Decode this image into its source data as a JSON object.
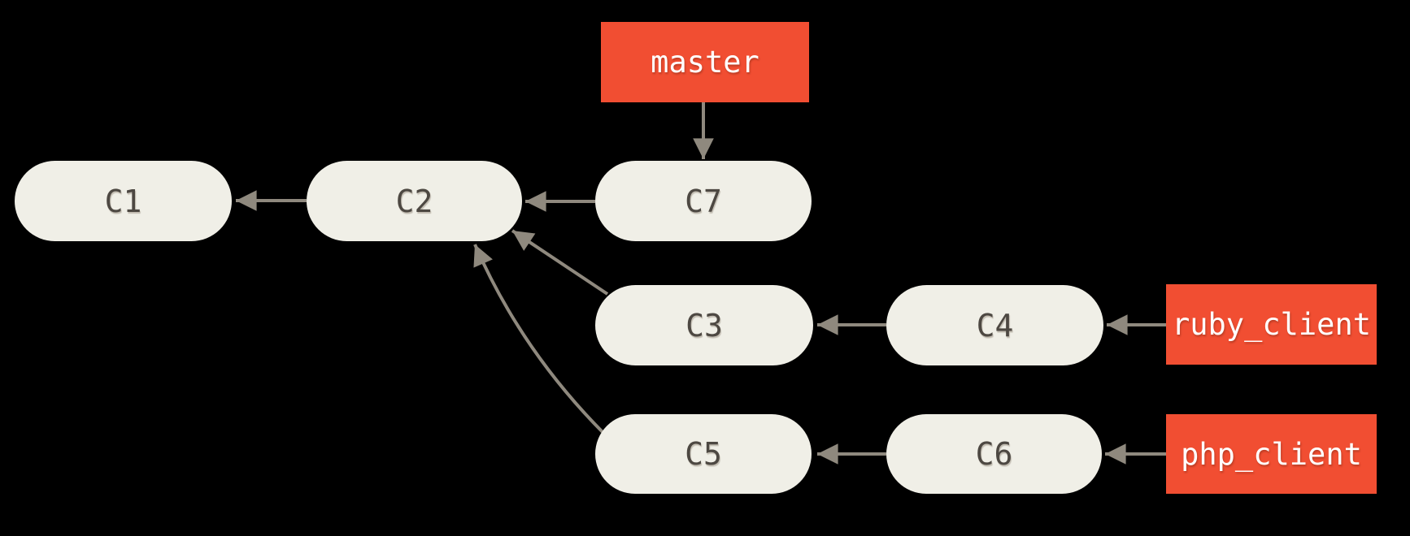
{
  "colors": {
    "background": "#000000",
    "commit_fill": "#f0efe7",
    "commit_text": "#4d4842",
    "branch_fill": "#f14e32",
    "branch_text": "#ffffff",
    "arrow": "#8f897e"
  },
  "diagram": {
    "type": "git-commit-graph",
    "commits": {
      "c1": {
        "label": "C1"
      },
      "c2": {
        "label": "C2"
      },
      "c7": {
        "label": "C7"
      },
      "c3": {
        "label": "C3"
      },
      "c4": {
        "label": "C4"
      },
      "c5": {
        "label": "C5"
      },
      "c6": {
        "label": "C6"
      }
    },
    "branches": {
      "master": {
        "label": "master",
        "points_to": "C7"
      },
      "ruby_client": {
        "label": "ruby_client",
        "points_to": "C4"
      },
      "php_client": {
        "label": "php_client",
        "points_to": "C6"
      }
    },
    "arrows": [
      {
        "from": "C2",
        "to": "C1"
      },
      {
        "from": "C7",
        "to": "C2"
      },
      {
        "from": "C3",
        "to": "C2"
      },
      {
        "from": "C5",
        "to": "C2"
      },
      {
        "from": "C4",
        "to": "C3"
      },
      {
        "from": "C6",
        "to": "C5"
      },
      {
        "from": "master",
        "to": "C7"
      },
      {
        "from": "ruby_client",
        "to": "C4"
      },
      {
        "from": "php_client",
        "to": "C6"
      }
    ]
  }
}
